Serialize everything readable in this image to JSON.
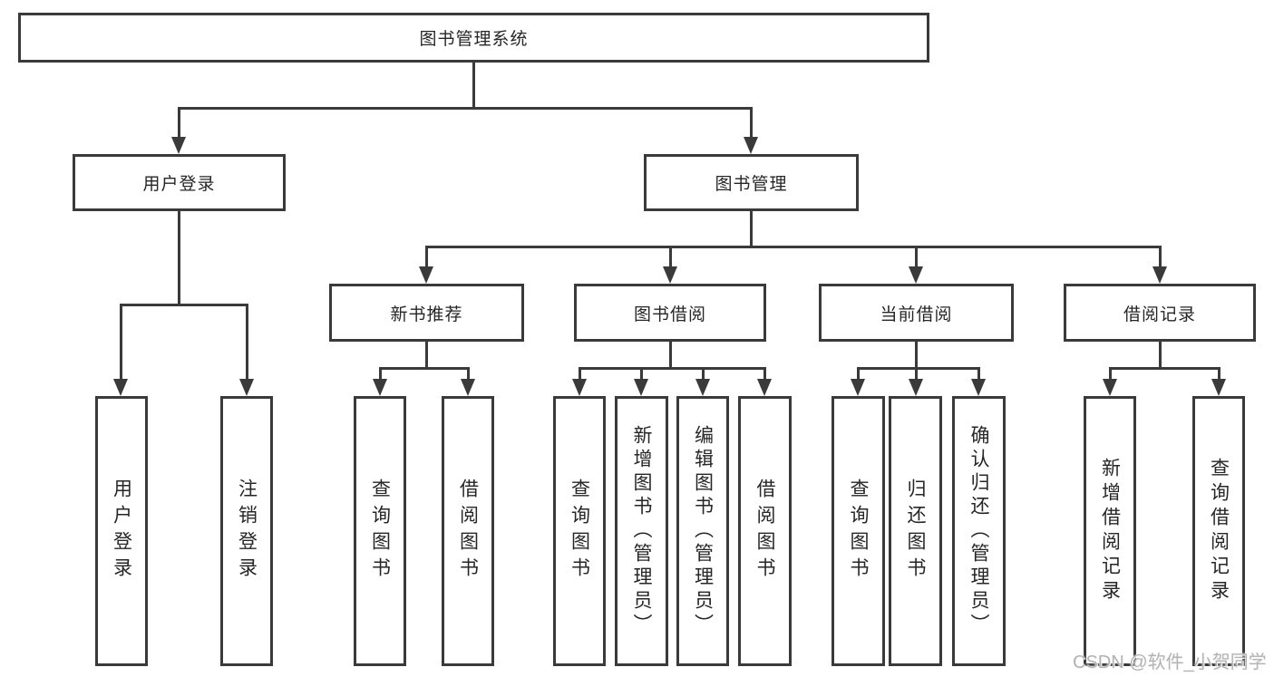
{
  "tree": {
    "label": "图书管理系统",
    "children": [
      {
        "label": "用户登录",
        "children": [
          {
            "label": "用户登录"
          },
          {
            "label": "注销登录"
          }
        ]
      },
      {
        "label": "图书管理",
        "children": [
          {
            "label": "新书推荐",
            "children": [
              {
                "label": "查询图书"
              },
              {
                "label": "借阅图书"
              }
            ]
          },
          {
            "label": "图书借阅",
            "children": [
              {
                "label": "查询图书"
              },
              {
                "label": "新增图书（管理员）"
              },
              {
                "label": "编辑图书（管理员）"
              },
              {
                "label": "借阅图书"
              }
            ]
          },
          {
            "label": "当前借阅",
            "children": [
              {
                "label": "查询图书"
              },
              {
                "label": "归还图书"
              },
              {
                "label": "确认归还（管理员）"
              }
            ]
          },
          {
            "label": "借阅记录",
            "children": [
              {
                "label": "新增借阅记录"
              },
              {
                "label": "查询借阅记录"
              }
            ]
          }
        ]
      }
    ]
  },
  "watermark": {
    "text": "CSDN @软件_小贺同学"
  },
  "colors": {
    "line": "#3a3a3a",
    "text": "#262626",
    "background": "#ffffff",
    "watermark": "#b3b3b3"
  }
}
